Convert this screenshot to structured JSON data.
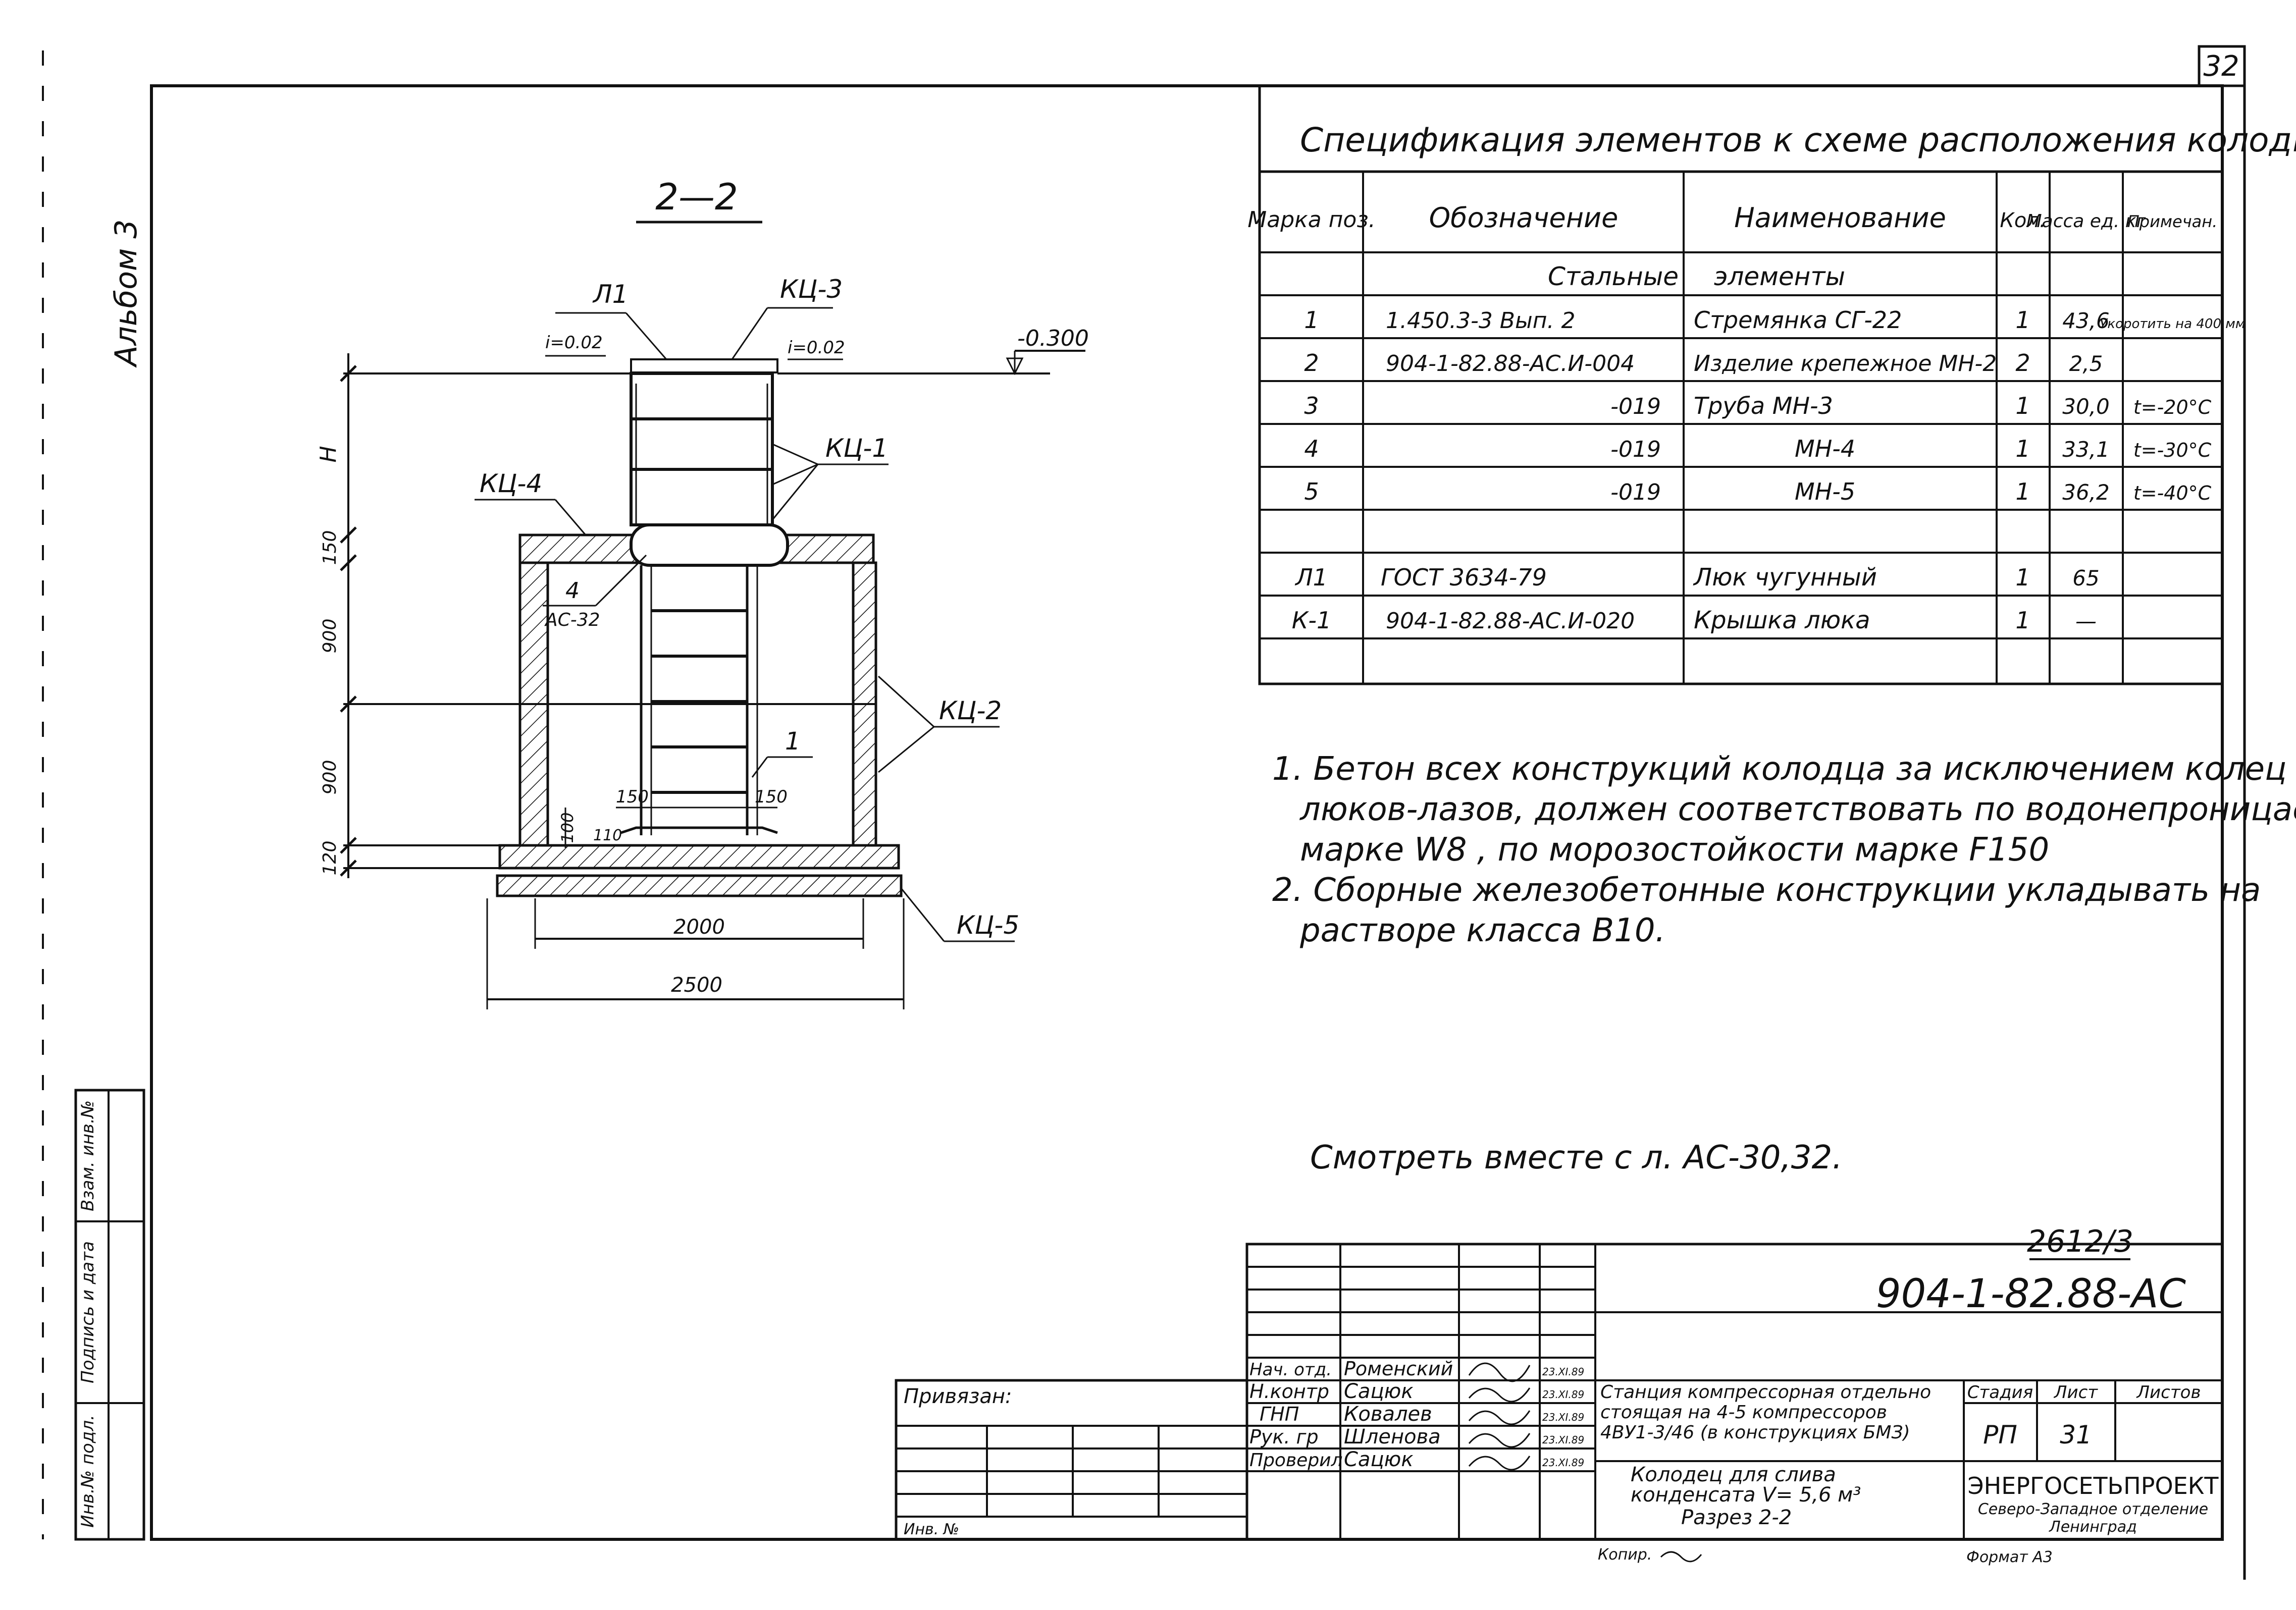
{
  "sheet": {
    "number": "32",
    "album": "Альбом 3"
  },
  "section": {
    "title": "2—2",
    "labels": {
      "l1": "Л1",
      "kc3": "КЦ-3",
      "slope_left": "i=0.02",
      "slope_right": "i=0.02",
      "level": "-0.300",
      "kc1": "КЦ-1",
      "kc4": "КЦ-4",
      "kc2": "КЦ-2",
      "kc5": "КЦ-5",
      "pos4": "4",
      "pos4_ref": "АС-32",
      "pos1": "1"
    },
    "dims": {
      "h": "Н",
      "d150": "150",
      "d900a": "900",
      "d900b": "900",
      "d120": "120",
      "d150l": "150",
      "d150r": "150",
      "d100": "100",
      "d110": "110",
      "w2000": "2000",
      "w2500": "2500"
    }
  },
  "spec": {
    "title": "Спецификация элементов к схеме расположения колодца",
    "headers": [
      "Марка поз.",
      "Обозначение",
      "Наименование",
      "Кол.",
      "Масса ед. кг",
      "Примечан."
    ],
    "group": [
      "Стальные",
      "элементы"
    ],
    "rows": [
      [
        "1",
        "1.450.3-3   Вып. 2",
        "Стремянка   СГ-22",
        "1",
        "43,6",
        "Укоротить на 400 мм"
      ],
      [
        "2",
        "904-1-82.88-АС.И-004",
        "Изделие крепежное МН-2",
        "2",
        "2,5",
        ""
      ],
      [
        "3",
        "-019",
        "Труба   МН-3",
        "1",
        "30,0",
        "t=-20°C"
      ],
      [
        "4",
        "-019",
        "МН-4",
        "1",
        "33,1",
        "t=-30°C"
      ],
      [
        "5",
        "-019",
        "МН-5",
        "1",
        "36,2",
        "t=-40°C"
      ],
      [
        "",
        "",
        "",
        "",
        "",
        ""
      ],
      [
        "Л1",
        "ГОСТ 3634-79",
        "Люк чугунный",
        "1",
        "65",
        ""
      ],
      [
        "К-1",
        "904-1-82.88-АС.И-020",
        "Крышка люка",
        "1",
        "—",
        ""
      ],
      [
        "",
        "",
        "",
        "",
        "",
        ""
      ]
    ]
  },
  "notes": [
    "1. Бетон всех конструкций колодца за исключением колец",
    "люков-лазов, должен соответствовать по водонепроницаемости",
    "марке W8   , по морозостойкости марке F150",
    "2. Сборные железобетонные конструкции укладывать на",
    "растворе   класса В10."
  ],
  "see_also": "Смотреть вместе с л. АС-30,32.",
  "code_small": "2612/3",
  "title_block": {
    "code": "904-1-82.88-АС",
    "binding_label": "Привязан:",
    "inv_label": "Инв. №",
    "signers": [
      [
        "Нач. отд.",
        "Роменский",
        "23.XI.89"
      ],
      [
        "Н.контр",
        "Сацюк",
        "23.XI.89"
      ],
      [
        "ГНП",
        "Ковалев",
        "23.XI.89"
      ],
      [
        "Рук. гр",
        "Шленова",
        "23.XI.89"
      ],
      [
        "Проверил",
        "Сацюк",
        "23.XI.89"
      ]
    ],
    "project": [
      "Станция компрессорная отдельно",
      "стоящая на 4-5 компрессоров",
      "4ВУ1-3/46 (в конструкциях БМЗ)"
    ],
    "drawing": [
      "Колодец для слива",
      "конденсата   V= 5,6 м³",
      "Разрез 2-2"
    ],
    "stage_label": "Стадия",
    "sheet_label": "Лист",
    "sheets_label": "Листов",
    "stage": "РП",
    "sheet": "31",
    "org": [
      "ЭНЕРГОСЕТЬПРОЕКТ",
      "Северо-Западное отделение",
      "Ленинград"
    ],
    "copied": "Копир.",
    "format": "Формат А3"
  },
  "margin": [
    "Инв.№ подл.",
    "Подпись и дата",
    "Взам. инв.№"
  ]
}
